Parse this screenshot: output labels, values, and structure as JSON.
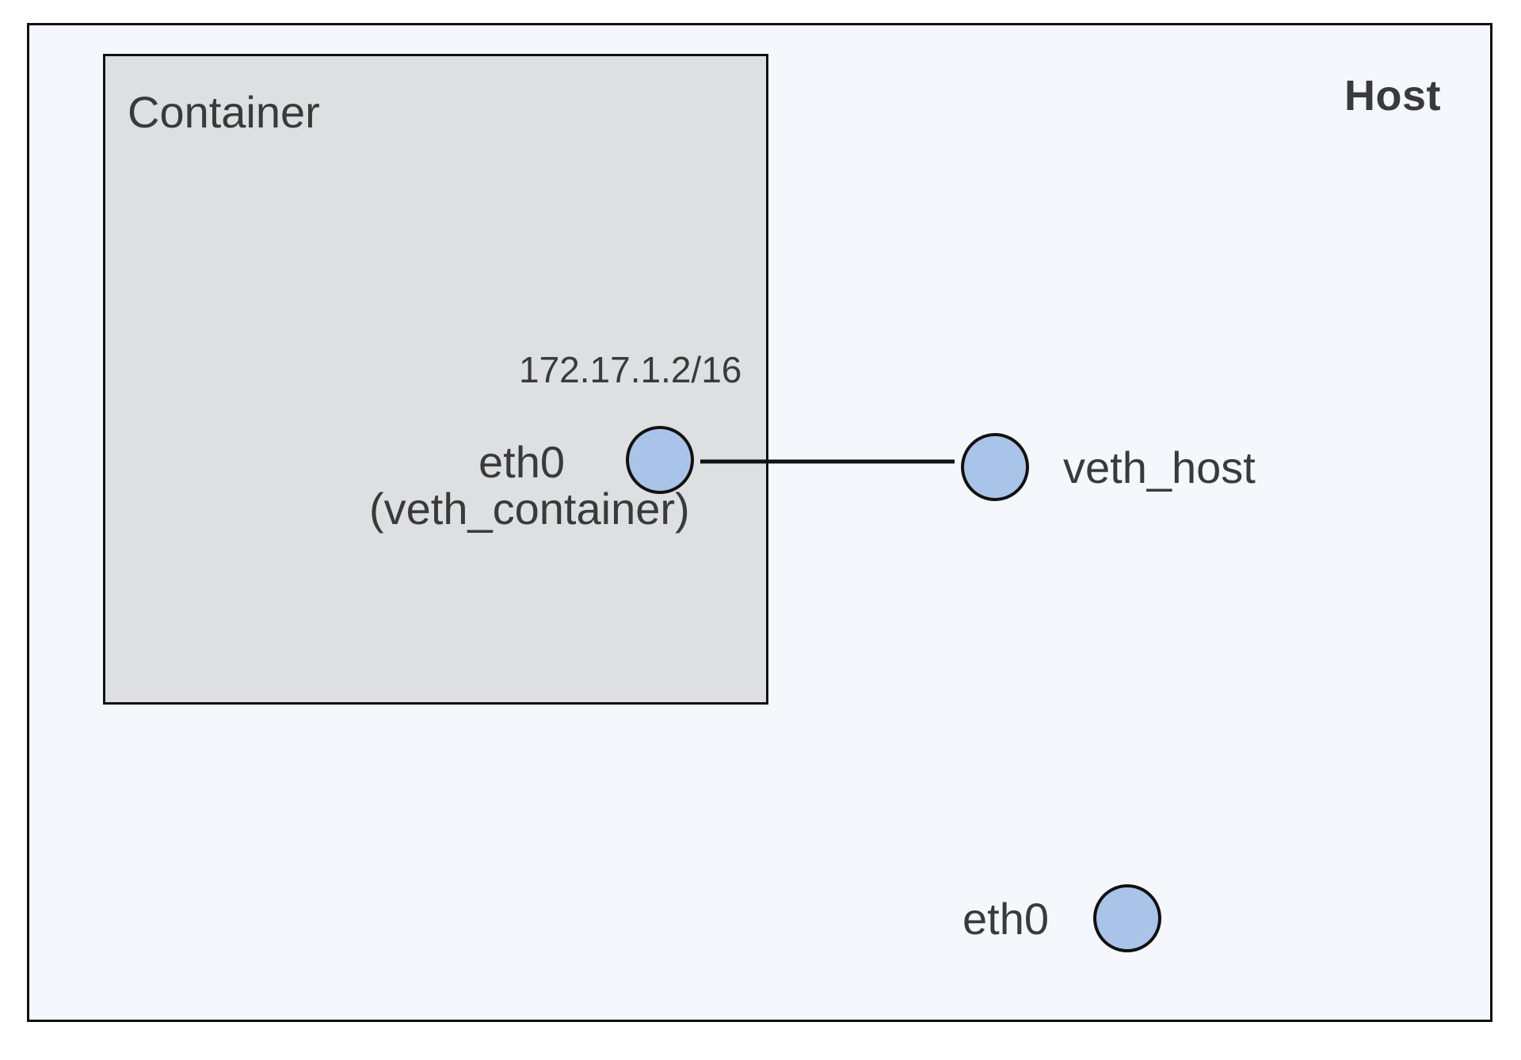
{
  "host": {
    "label": "Host"
  },
  "container": {
    "label": "Container",
    "interface": {
      "name": "eth0",
      "alias": "(veth_container)",
      "ip": "172.17.1.2/16"
    }
  },
  "host_interfaces": {
    "veth": {
      "name": "veth_host"
    },
    "eth": {
      "name": "eth0"
    }
  },
  "colors": {
    "host_background": "#f4f7fb",
    "container_background": "#dedfe1",
    "node_fill": "#aac4e9",
    "border": "#111111",
    "text": "#3a3a3a"
  }
}
